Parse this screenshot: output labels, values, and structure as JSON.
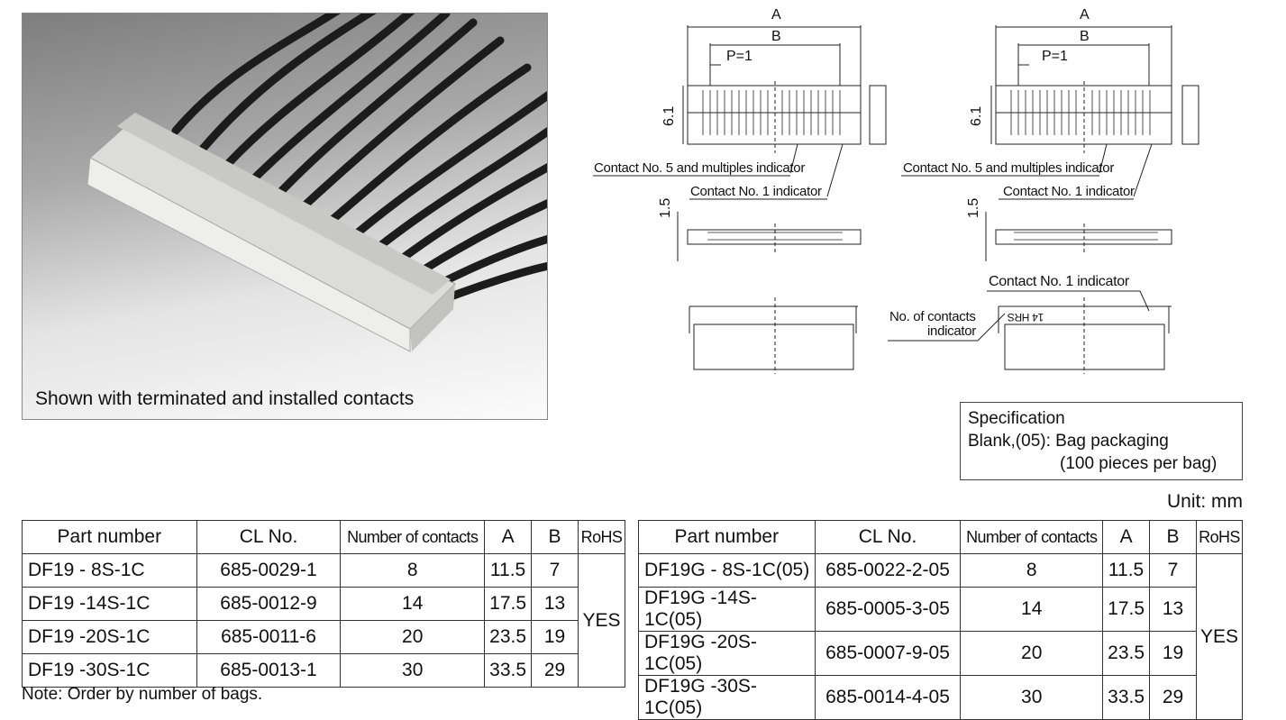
{
  "photo": {
    "caption": "Shown with terminated and installed contacts"
  },
  "drawing_left": {
    "dim_a": "A",
    "dim_b": "B",
    "pitch": "P=1",
    "height": "6.1",
    "thickness": "1.5",
    "contact5_label": "Contact No. 5 and multiples indicator",
    "contact1_label": "Contact No. 1 indicator"
  },
  "drawing_right": {
    "dim_a": "A",
    "dim_b": "B",
    "pitch": "P=1",
    "height": "6.1",
    "thickness": "1.5",
    "contact5_label": "Contact No. 5 and multiples indicator",
    "contact1_label": "Contact No. 1 indicator",
    "contact1_label_bottom": "Contact No. 1 indicator",
    "contacts_indicator_line1": "No. of contacts",
    "contacts_indicator_line2": "indicator",
    "marking": "14  HRS"
  },
  "spec": {
    "title": "Specification",
    "line1": "Blank,(05): Bag packaging",
    "line2": "(100 pieces per bag)"
  },
  "unit": "Unit: mm",
  "table_left": {
    "headers": [
      "Part number",
      "CL No.",
      "Number of contacts",
      "A",
      "B",
      "RoHS"
    ],
    "rows": [
      [
        "DF19 -  8S-1C",
        "685-0029-1",
        "8",
        "11.5",
        "7"
      ],
      [
        "DF19 -14S-1C",
        "685-0012-9",
        "14",
        "17.5",
        "13"
      ],
      [
        "DF19 -20S-1C",
        "685-0011-6",
        "20",
        "23.5",
        "19"
      ],
      [
        "DF19 -30S-1C",
        "685-0013-1",
        "30",
        "33.5",
        "29"
      ]
    ],
    "rohs": "YES"
  },
  "table_right": {
    "headers": [
      "Part number",
      "CL No.",
      "Number of contacts",
      "A",
      "B",
      "RoHS"
    ],
    "rows": [
      [
        "DF19G -  8S-1C(05)",
        "685-0022-2-05",
        "8",
        "11.5",
        "7"
      ],
      [
        "DF19G -14S-1C(05)",
        "685-0005-3-05",
        "14",
        "17.5",
        "13"
      ],
      [
        "DF19G -20S-1C(05)",
        "685-0007-9-05",
        "20",
        "23.5",
        "19"
      ],
      [
        "DF19G -30S-1C(05)",
        "685-0014-4-05",
        "30",
        "33.5",
        "29"
      ]
    ],
    "rohs": "YES"
  },
  "note": "Note: Order by number of bags."
}
